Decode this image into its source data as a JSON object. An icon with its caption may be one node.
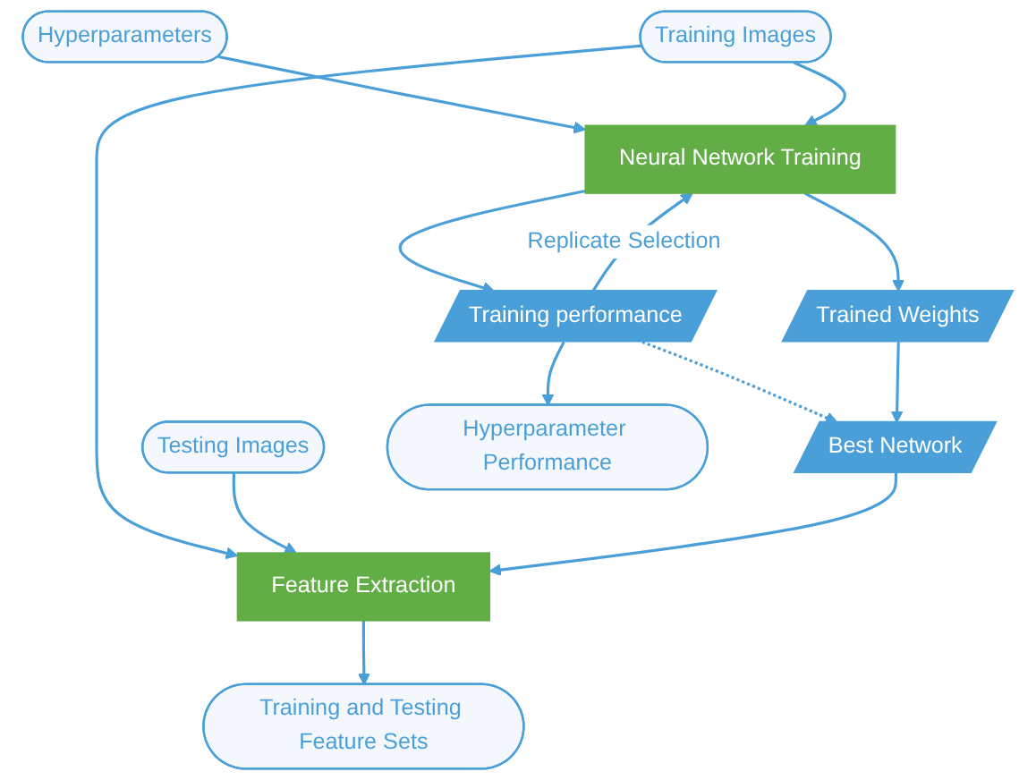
{
  "diagram": {
    "nodes": [
      {
        "text": [
          "Hyperparameters"
        ]
      },
      {
        "text": [
          "Training Images"
        ]
      },
      {
        "text": [
          "Testing Images"
        ]
      },
      {
        "text": [
          "Neural Network Training"
        ]
      },
      {
        "text": [
          "Feature Extraction"
        ]
      },
      {
        "text": [
          "Training performance"
        ]
      },
      {
        "text": [
          "Trained Weights"
        ]
      },
      {
        "text": [
          "Best Network"
        ]
      },
      {
        "text": [
          "Hyperparameter Performance"
        ]
      },
      {
        "text": [
          "Training and Testing Feature Sets"
        ]
      }
    ],
    "edges": [
      {
        "from": 0,
        "to": 3,
        "arrow": "to"
      },
      {
        "from": 1,
        "to": 3,
        "arrow": "to"
      },
      {
        "from": 1,
        "to": 4,
        "arrow": "to"
      },
      {
        "from": 2,
        "to": 4,
        "arrow": "to"
      },
      {
        "from": 3,
        "to": 5,
        "arrow": "to"
      },
      {
        "from": 3,
        "to": 6,
        "arrow": "to"
      },
      {
        "from": 5,
        "to": 3,
        "arrow": "to",
        "label": "Replicate Selection"
      },
      {
        "from": 5,
        "to": 7,
        "arrow": "to",
        "style": "dashed"
      },
      {
        "from": 6,
        "to": 7,
        "arrow": "to"
      },
      {
        "from": 7,
        "to": 4,
        "arrow": "to"
      },
      {
        "from": 5,
        "to": 8,
        "arrow": "to"
      },
      {
        "from": 4,
        "to": 9,
        "arrow": "to"
      }
    ]
  }
}
